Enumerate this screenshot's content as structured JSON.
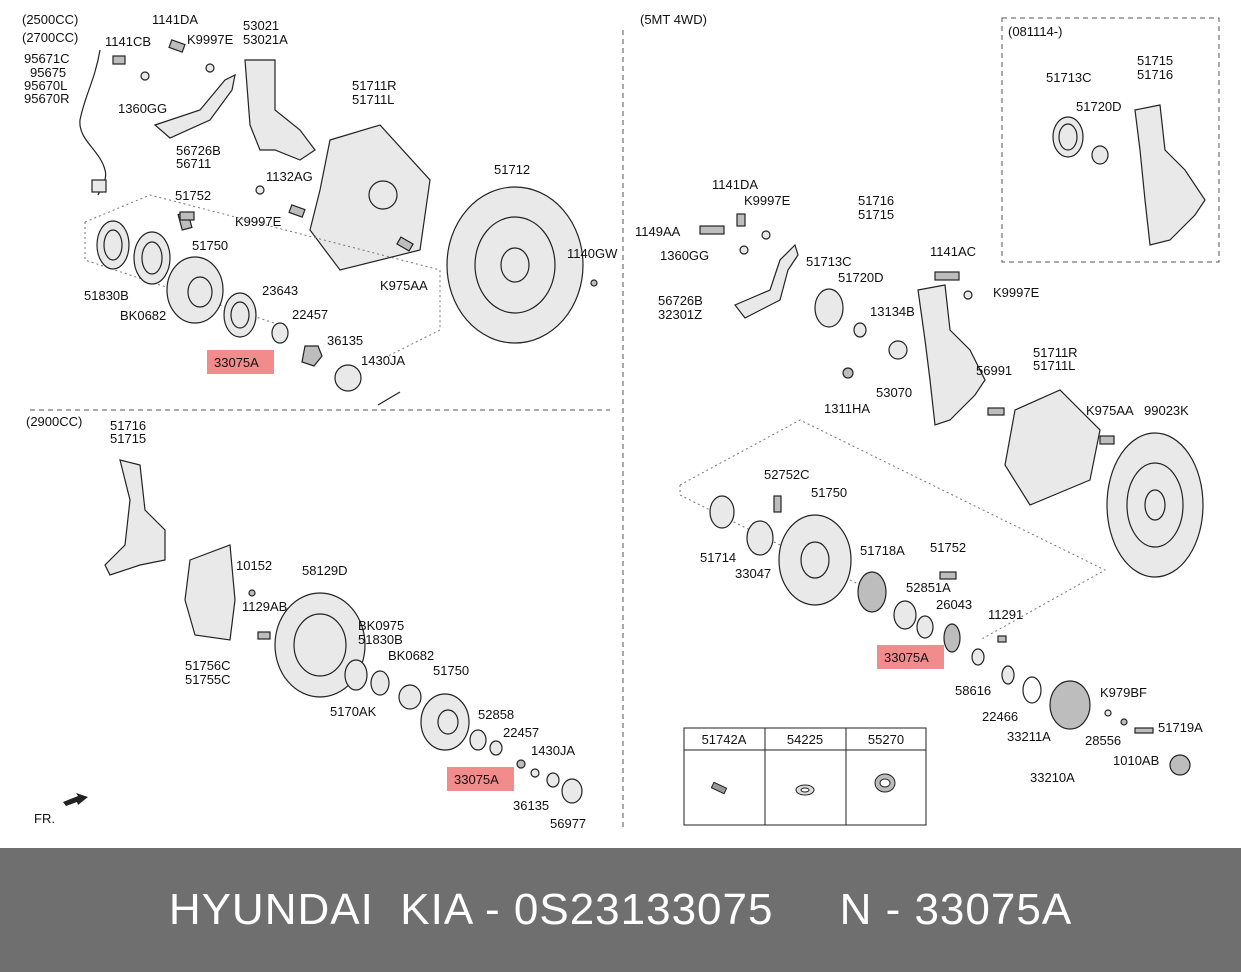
{
  "sections": {
    "top_left": [
      "(2500CC)",
      "(2700CC)"
    ],
    "bottom_left": "(2900CC)",
    "right": "(5MT 4WD)",
    "right_inset": "(081114-)"
  },
  "orientation_label": "FR.",
  "parts_top_left": [
    "1141DA",
    "53021",
    "53021A",
    "1141CB",
    "K9997E",
    "95671C",
    "95675",
    "95670L",
    "95670R",
    "1360GG",
    "56726B",
    "56711",
    "51711R",
    "51711L",
    "51712",
    "1132AG",
    "K9997E",
    "51752",
    "51750",
    "51830B",
    "BK0682",
    "23643",
    "22457",
    "36135",
    "1430JA",
    "1140GW",
    "K975AA",
    "33075A"
  ],
  "parts_bottom_left": [
    "51716",
    "51715",
    "10152",
    "58129D",
    "1129AB",
    "BK0975",
    "51830B",
    "BK0682",
    "51750",
    "51756C",
    "51755C",
    "5170AK",
    "52858",
    "22457",
    "1430JA",
    "36135",
    "56977",
    "33075A"
  ],
  "parts_right": [
    "1141DA",
    "K9997E",
    "1149AA",
    "1360GG",
    "56726B",
    "32301Z",
    "51716",
    "51715",
    "51713C",
    "51720D",
    "1141AC",
    "K9997E",
    "13134B",
    "53070",
    "1311HA",
    "56991",
    "51711R",
    "51711L",
    "K975AA",
    "99023K",
    "52752C",
    "51750",
    "51714",
    "33047",
    "51718A",
    "51752",
    "52851A",
    "26043",
    "11291",
    "33075A",
    "58616",
    "22466",
    "K979BF",
    "33211A",
    "28556",
    "1010AB",
    "51719A",
    "33210A"
  ],
  "parts_inset": [
    "51713C",
    "51720D",
    "51715",
    "51716"
  ],
  "highlighted_part": "33075A",
  "table": {
    "headers": [
      "51742A",
      "54225",
      "55270"
    ]
  },
  "footer": {
    "text": "HYUNDAI  KIA - 0S23133075     N - 33075A"
  }
}
